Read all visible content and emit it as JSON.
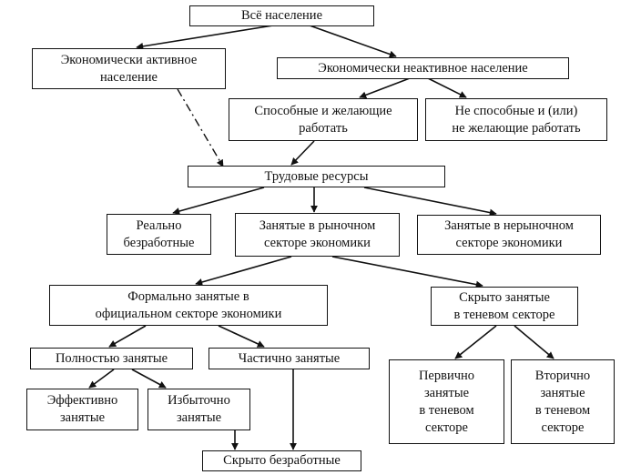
{
  "diagram": {
    "nodes": {
      "whole_population": "Всё население",
      "economically_active": "Экономически активное\nнаселение",
      "economically_inactive": "Экономически неактивное население",
      "able_and_willing": "Способные и желающие\nработать",
      "unable_or_unwilling": "Не способные и (или)\nне желающие работать",
      "labor_resources": "Трудовые ресурсы",
      "really_unemployed": "Реально\nбезработные",
      "employed_market": "Занятые в рыночном\nсекторе экономики",
      "employed_nonmarket": "Занятые в нерыночном\nсекторе экономики",
      "formally_employed": "Формально занятые в\nофициальном секторе экономики",
      "hidden_employed": "Скрыто занятые\nв теневом секторе",
      "fully_employed": "Полностью занятые",
      "partially_employed": "Частично занятые",
      "primary_shadow": "Первично\nзанятые\nв теневом\nсекторе",
      "secondary_shadow": "Вторично\nзанятые\nв теневом\nсекторе",
      "effectively_employed": "Эффективно\nзанятые",
      "excessively_employed": "Избыточно\nзанятые",
      "hidden_unemployed": "Скрыто безработные"
    }
  }
}
